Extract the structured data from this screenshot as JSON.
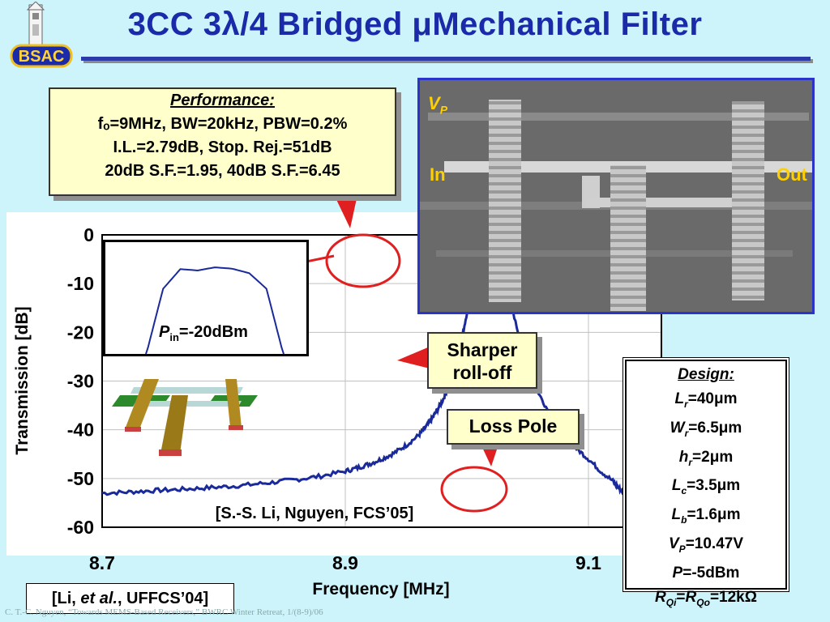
{
  "title": "3CC 3λ/4 Bridged μMechanical Filter",
  "logo": {
    "text": "BSAC"
  },
  "performance": {
    "heading": "Performance:",
    "line1": "fₒ=9MHz, BW=20kHz, PBW=0.2%",
    "line2": "I.L.=2.79dB, Stop. Rej.=51dB",
    "line3": "20dB S.F.=1.95, 40dB S.F.=6.45"
  },
  "sem": {
    "vp_label": "V",
    "vp_sub": "P",
    "in_label": "In",
    "out_label": "Out"
  },
  "annotations": {
    "sharper": "Sharper roll-off",
    "loss_pole": "Loss Pole",
    "inset_pin": "P",
    "inset_pin_sub": "in",
    "inset_pin_value": "=-20dBm",
    "citation_plot": "[S.-S. Li, Nguyen, FCS’05]",
    "citation_paper_pre": "[Li, ",
    "citation_paper_etal": "et al.",
    "citation_paper_post": ", UFFCS’04]"
  },
  "design": {
    "heading": "Design:",
    "rows": [
      {
        "sym": "L",
        "sub": "r",
        "val": "=40μm"
      },
      {
        "sym": "W",
        "sub": "r",
        "val": "=6.5μm"
      },
      {
        "sym": "h",
        "sub": "r",
        "val": "=2μm"
      },
      {
        "sym": "L",
        "sub": "c",
        "val": "=3.5μm"
      },
      {
        "sym": "L",
        "sub": "b",
        "val": "=1.6μm"
      },
      {
        "sym": "V",
        "sub": "P",
        "val": "=10.47V"
      },
      {
        "sym": "P",
        "sub": "",
        "val": "=-5dBm"
      },
      {
        "sym": "R",
        "sub": "Qi",
        "val": "=R",
        "sym2sub": "Qo",
        "val2": "=12kΩ"
      }
    ]
  },
  "footer": "C. T.-C. Nguyen, “Towards MEMS-Based Receivers,” BWRC Winter Retreat, 1/(8-9)/06",
  "colors": {
    "title": "#1a2aa8",
    "trace": "#1b2a9a",
    "callout_fill": "#ffffcc",
    "highlight": "#e02020",
    "background": "#cdf3fb"
  },
  "chart_data": {
    "type": "line",
    "xlabel": "Frequency [MHz]",
    "ylabel": "Transmission [dB]",
    "xlim": [
      8.7,
      9.16
    ],
    "ylim": [
      -60,
      0
    ],
    "xticks": [
      8.7,
      8.9,
      9.1
    ],
    "xtick_labels": [
      "8.7",
      "8.9",
      "9.1"
    ],
    "yticks": [
      0,
      -10,
      -20,
      -30,
      -40,
      -50,
      -60
    ],
    "ytick_labels": [
      "0",
      "-10",
      "-20",
      "-30",
      "-40",
      "-50",
      "-60"
    ],
    "grid": true,
    "series": [
      {
        "x": [
          8.7,
          8.72,
          8.74,
          8.76,
          8.78,
          8.8,
          8.82,
          8.84,
          8.86,
          8.88,
          8.9,
          8.91,
          8.92,
          8.93,
          8.94,
          8.95,
          8.96,
          8.965,
          8.97,
          8.975,
          8.98,
          8.985,
          8.99,
          8.995,
          9.0,
          9.005,
          9.01,
          9.015,
          9.02,
          9.03,
          9.04,
          9.05,
          9.06,
          9.07,
          9.08,
          9.09,
          9.1,
          9.11,
          9.12,
          9.125,
          9.13,
          9.135,
          9.14,
          9.15,
          9.16
        ],
        "y": [
          -53.0,
          -52.8,
          -52.5,
          -52.3,
          -52.0,
          -51.7,
          -51.3,
          -50.8,
          -50.2,
          -49.5,
          -48.5,
          -47.8,
          -47.0,
          -46.0,
          -44.8,
          -43.2,
          -41.2,
          -39.8,
          -38.2,
          -36.2,
          -34.0,
          -31.0,
          -27.5,
          -22.5,
          -16.0,
          -9.0,
          -4.5,
          -5.0,
          -3.0,
          -6.0,
          -18.0,
          -27.0,
          -33.0,
          -37.5,
          -41.0,
          -43.8,
          -46.0,
          -48.5,
          -50.5,
          -52.0,
          -53.0,
          -51.5,
          -52.8,
          -53.6,
          -54.3
        ]
      }
    ],
    "inset": {
      "x": [
        8.995,
        9.0,
        9.005,
        9.01,
        9.015,
        9.02,
        9.025,
        9.03,
        9.035
      ],
      "y": [
        -40,
        -10,
        -1.2,
        -1.8,
        -0.4,
        -1.0,
        -3.0,
        -10,
        -40
      ]
    }
  }
}
